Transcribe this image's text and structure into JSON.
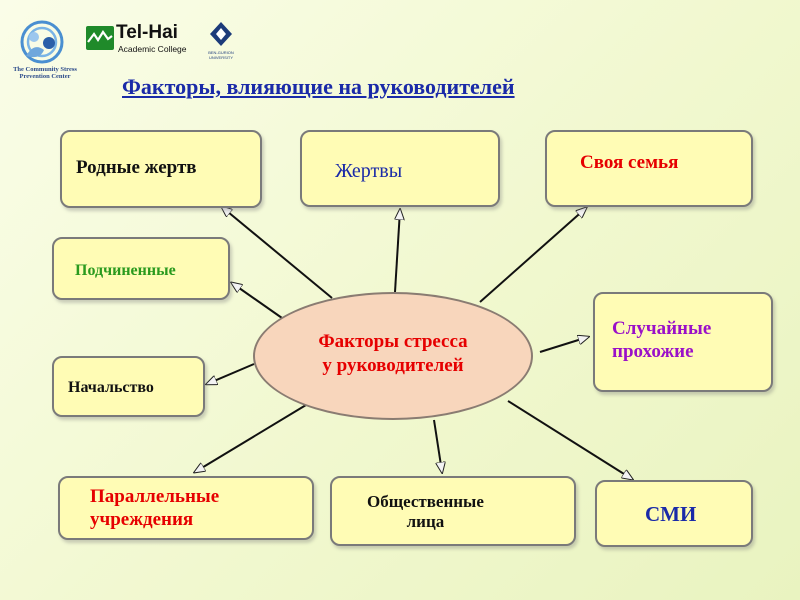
{
  "logos": {
    "csc_caption": "The Community Stress\nPrevention Center",
    "tel_hai_name": "Tel-Hai",
    "tel_hai_sub": "Academic College",
    "bgu_caption": "BEN-GURION\nUNIVERSITY"
  },
  "title": "Факторы, влияющие на руководителей",
  "center": "Факторы стресса\nу руководителей",
  "nodes": {
    "relatives": "Родные жертв",
    "victims": "Жертвы",
    "family": "Своя семья",
    "subordinates": "Подчиненные",
    "bystanders": "Случайные\nпрохожие",
    "superiors": "Начальство",
    "parallel": "Параллельные\nучреждения",
    "public_figures": "Общественные\nлица",
    "media": "СМИ"
  },
  "colors": {
    "black": "#111111",
    "blue": "#1a2aa8",
    "red": "#e60000",
    "green": "#2a9a1e",
    "purple": "#9a10c8",
    "box_fill": "#fffcb5",
    "center_fill": "#f8d6bc"
  }
}
